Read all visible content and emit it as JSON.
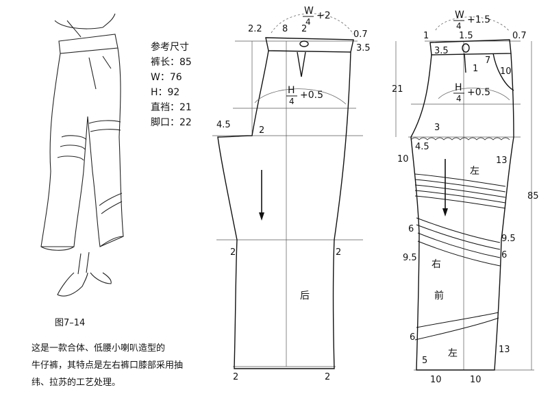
{
  "specs": {
    "title": "参考尺寸",
    "rows": [
      "裤长：85",
      "W：76",
      "H：92",
      "直裆：21",
      "脚口：22"
    ]
  },
  "figure_caption": "图7–14",
  "description": [
    "这是一款合体、低腰小喇叭造型的",
    "牛仔裤，其特点是左右裤口膝部采用抽",
    "纬、拉苏的工艺处理。"
  ],
  "back": {
    "waist_formula": {
      "letter": "W",
      "den": "4",
      "plus": "+2"
    },
    "hip_formula": {
      "letter": "H",
      "den": "4",
      "plus": "+0.5"
    },
    "dims": {
      "d2_2": "2.2",
      "d8": "8",
      "d2_dart": "2",
      "d0_7": "0.7",
      "d3_5": "3.5",
      "d4_5": "4.5",
      "d2_crotch": "2",
      "d2_knee_l": "2",
      "d2_knee_r": "2",
      "d2_hem_l": "2",
      "d2_hem_r": "2"
    },
    "label": "后"
  },
  "front": {
    "waist_formula": {
      "letter": "W",
      "den": "4",
      "plus": "+1.5"
    },
    "hip_formula": {
      "letter": "H",
      "den": "4",
      "plus": "+0.5"
    },
    "dims": {
      "d1_top": "1",
      "d1_5": "1.5",
      "d0_7": "0.7",
      "d3_5": "3.5",
      "d1_fly": "1",
      "d7": "7",
      "d10_pocket": "10",
      "d21": "21",
      "d3": "3",
      "d4_5": "4.5",
      "d10_side": "10",
      "d13_side": "13",
      "d85": "85",
      "d6_l": "6",
      "d9_5_r": "9.5",
      "d9_5_l": "9.5",
      "d6_r": "6",
      "d6_low": "6",
      "d13_low": "13",
      "d5": "5",
      "d10_hem_l": "10",
      "d10_hem_r": "10"
    },
    "labels": {
      "left_top": "左",
      "right": "右",
      "front": "前",
      "left_bottom": "左"
    }
  }
}
